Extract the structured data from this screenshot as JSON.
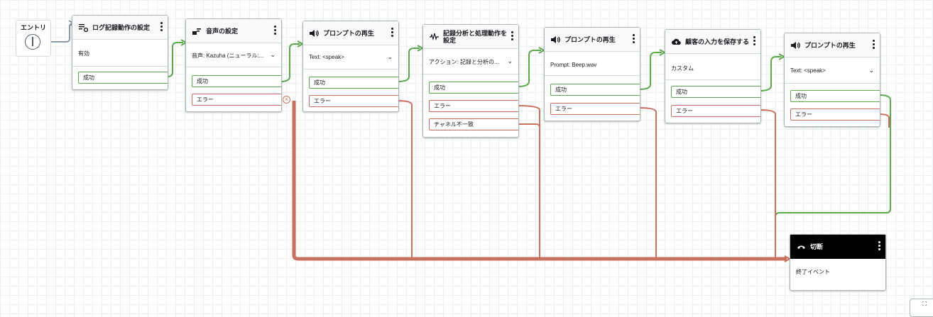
{
  "entry": {
    "label": "エントリ"
  },
  "blocks": [
    {
      "id": "log",
      "title": "ログ記録動作の設定",
      "icon": "log-settings-icon",
      "value": "有効",
      "branches": [
        {
          "label": "成功",
          "kind": "ok"
        }
      ]
    },
    {
      "id": "voice",
      "title": "音声の設定",
      "icon": "voice-settings-icon",
      "value": "音声: Kazuha (ニューラル:...",
      "branches": [
        {
          "label": "成功",
          "kind": "ok"
        },
        {
          "label": "エラー",
          "kind": "err"
        }
      ]
    },
    {
      "id": "prompt1",
      "title": "プロンプトの再生",
      "icon": "speaker-icon",
      "value": "Text: <speak>",
      "branches": [
        {
          "label": "成功",
          "kind": "ok"
        },
        {
          "label": "エラー",
          "kind": "err"
        }
      ]
    },
    {
      "id": "analytics",
      "title": "記録分析と処理動作を設定",
      "icon": "waveform-icon",
      "value": "アクション: 記録と分析の...",
      "branches": [
        {
          "label": "成功",
          "kind": "ok"
        },
        {
          "label": "エラー",
          "kind": "err"
        },
        {
          "label": "チャネル不一致",
          "kind": "err"
        }
      ]
    },
    {
      "id": "prompt2",
      "title": "プロンプトの再生",
      "icon": "speaker-icon",
      "value": "Prompt: Beep.wav",
      "branches": [
        {
          "label": "成功",
          "kind": "ok"
        },
        {
          "label": "エラー",
          "kind": "err"
        }
      ]
    },
    {
      "id": "store",
      "title": "顧客の入力を保存する",
      "icon": "cloud-upload-icon",
      "value": "カスタム",
      "branches": [
        {
          "label": "成功",
          "kind": "ok"
        },
        {
          "label": "エラー",
          "kind": "err"
        }
      ]
    },
    {
      "id": "prompt3",
      "title": "プロンプトの再生",
      "icon": "speaker-icon",
      "value": "Text: <speak>",
      "branches": [
        {
          "label": "成功",
          "kind": "ok"
        },
        {
          "label": "エラー",
          "kind": "err"
        }
      ]
    }
  ],
  "disconnect": {
    "title": "切断",
    "icon": "hang-up-icon",
    "value": "終了イベント"
  },
  "fit_button": {
    "label": "⛶"
  },
  "colors": {
    "success": "#5ca94d",
    "error": "#c9705e",
    "connector": "#8d99a8"
  }
}
